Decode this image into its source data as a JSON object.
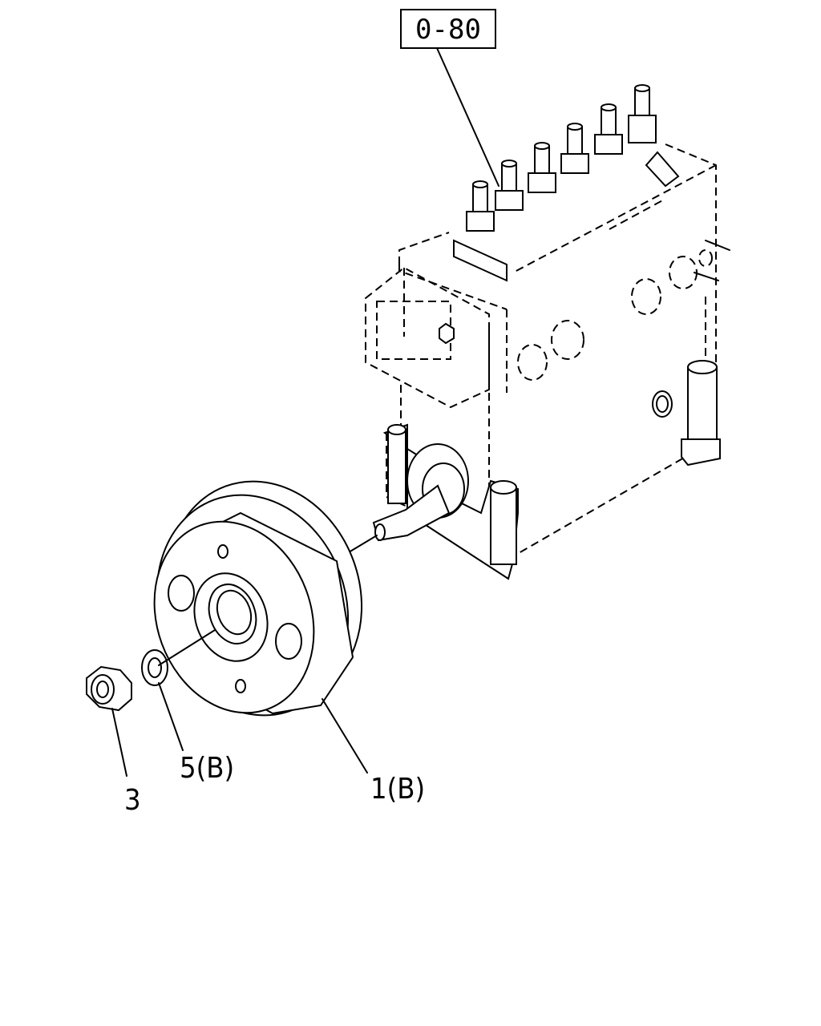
{
  "diagram": {
    "reference_box": "0-80",
    "callouts": [
      {
        "id": "pulley",
        "label": "1(B)"
      },
      {
        "id": "washer",
        "label": "5(B)"
      },
      {
        "id": "nut",
        "label": "3"
      }
    ]
  }
}
